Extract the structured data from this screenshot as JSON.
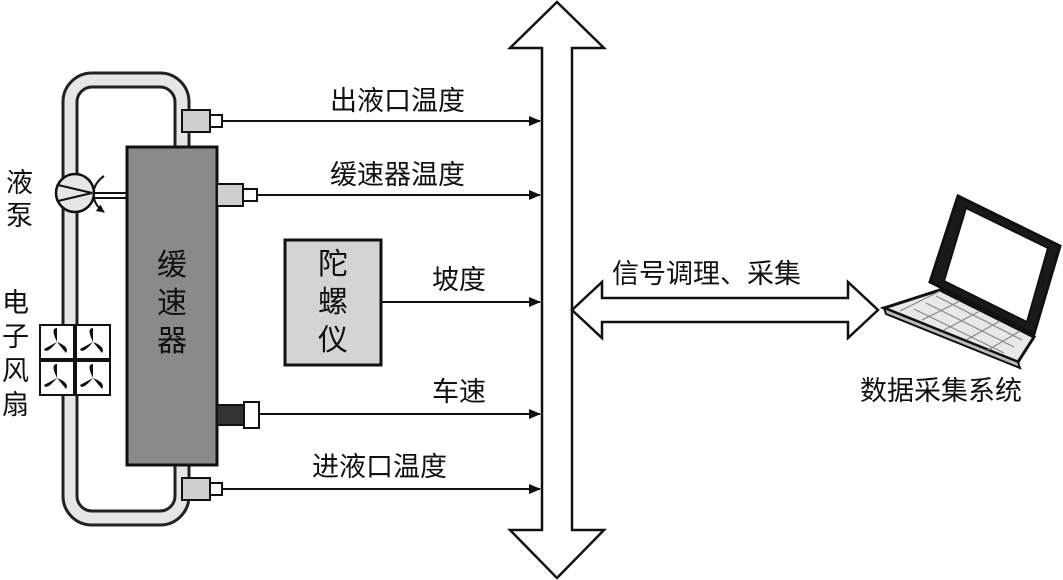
{
  "retarder": {
    "chars": [
      "缓",
      "速",
      "器"
    ]
  },
  "pump": {
    "chars": [
      "液",
      "泵"
    ]
  },
  "fan": {
    "chars": [
      "电",
      "子",
      "风",
      "扇"
    ]
  },
  "gyro": {
    "chars": [
      "陀",
      "螺",
      "仪"
    ]
  },
  "signals": {
    "outlet_temp": "出液口温度",
    "retarder_temp": "缓速器温度",
    "slope": "坡度",
    "speed": "车速",
    "inlet_temp": "进液口温度"
  },
  "bus_link": "信号调理、采集",
  "daq": "数据采集系统",
  "colors": {
    "retarder_fill": "#8a8a8a",
    "gyro_fill": "#d4d4d4",
    "sensor_fill": "#cfcfcf",
    "speed_sensor_fill": "#333333"
  }
}
